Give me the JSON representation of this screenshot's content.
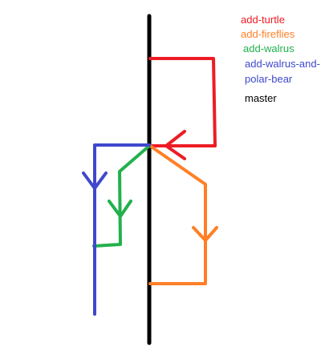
{
  "legend": [
    {
      "key": "add-turtle",
      "lines": [
        "add-turtle"
      ],
      "color": "#ed1c24"
    },
    {
      "key": "add-fireflies",
      "lines": [
        "add-fireflies"
      ],
      "color": "#ff7f27"
    },
    {
      "key": "add-walrus",
      "lines": [
        "add-walrus"
      ],
      "color": "#22b14c"
    },
    {
      "key": "add-walrus-and-polar-bear",
      "lines": [
        "add-walrus-and-",
        "polar-bear"
      ],
      "color": "#3f48cc"
    },
    {
      "key": "master",
      "lines": [
        "master"
      ],
      "color": "#000000"
    }
  ]
}
